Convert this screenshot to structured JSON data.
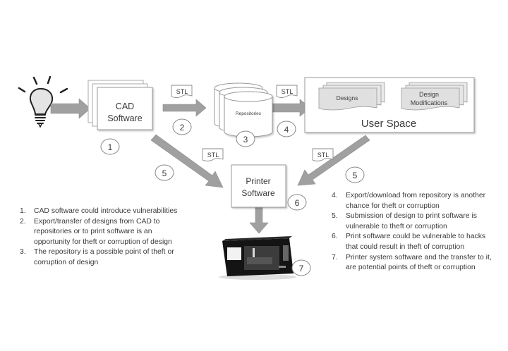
{
  "diagram": {
    "nodes": {
      "idea": "idea-lightbulb",
      "cad": "CAD Software",
      "repositories": "Repositories",
      "user_space": {
        "title": "User Space",
        "designs": "Designs",
        "design_mods_line1": "Design",
        "design_mods_line2": "Modifications"
      },
      "printer_software_line1": "Printer",
      "printer_software_line2": "Software",
      "printer": "3d-printer"
    },
    "cad_line1": "CAD",
    "cad_line2": "Software",
    "file_tags": {
      "cad_to_repo": "STL",
      "repo_to_user": "STL",
      "cad_to_printer": "STL",
      "user_to_printer": "STL"
    },
    "step_markers": {
      "cad": "1",
      "cad_to_repo": "2",
      "repo": "3",
      "repo_to_user": "4",
      "cad_to_printer": "5",
      "user_to_printer": "5",
      "printer_software": "6",
      "printer": "7"
    },
    "colors": {
      "arrow": "#9b9b9b",
      "box_stroke": "#8c8c8c",
      "doc_fill": "#e6e6e6",
      "text": "#3a3a3a"
    }
  },
  "notes_left": [
    {
      "num": "1.",
      "text": "CAD software could introduce vulnerabilities"
    },
    {
      "num": "2.",
      "text": "Export/transfer of designs from CAD to repositories or to print software is an opportunity for theft or corruption of design"
    },
    {
      "num": "3.",
      "text": "The repository is a possible point of theft or corruption of design"
    }
  ],
  "notes_right": [
    {
      "num": "4.",
      "text": "Export/download from repository is another chance for theft or corruption"
    },
    {
      "num": "5.",
      "text": "Submission of design to print software is vulnerable to theft or corruption"
    },
    {
      "num": "6.",
      "text": "Print software could be vulnerable to hacks that could result in theft of corruption"
    },
    {
      "num": "7.",
      "text": "Printer system software and the transfer to it, are potential points of theft or corruption"
    }
  ]
}
